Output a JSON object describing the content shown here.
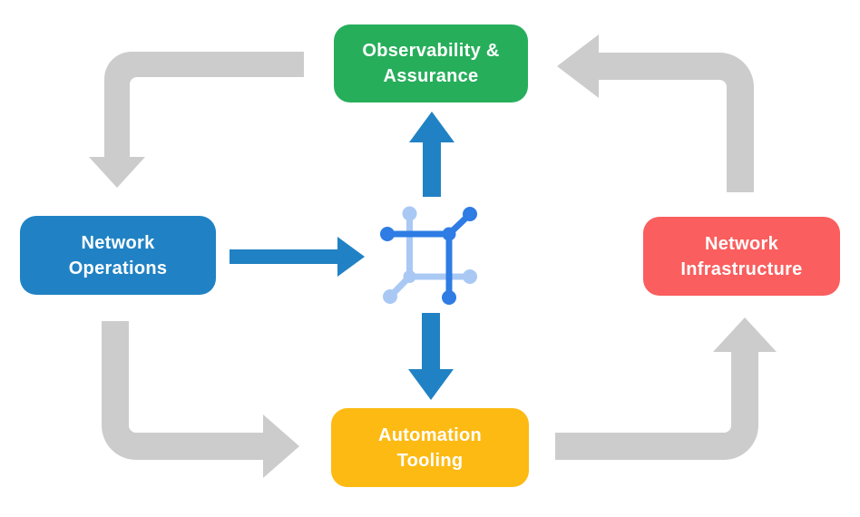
{
  "diagram": {
    "nodes": [
      {
        "id": "observability-assurance",
        "line1": "Observability &",
        "line2": "Assurance",
        "color": "#27ae5b"
      },
      {
        "id": "network-operations",
        "line1": "Network",
        "line2": "Operations",
        "color": "#2082c4"
      },
      {
        "id": "network-infrastructure",
        "line1": "Network",
        "line2": "Infrastructure",
        "color": "#fa5e5e"
      },
      {
        "id": "automation-tooling",
        "line1": "Automation",
        "line2": "Tooling",
        "color": "#fcba13"
      }
    ],
    "colors": {
      "arrow_gray": "#cccccc",
      "arrow_blue": "#2082c4",
      "icon_dark": "#2e7ce4",
      "icon_light": "#a9c9f4",
      "background": "#ffffff"
    },
    "center_icon": "network-mesh-icon",
    "flow": [
      "observability-assurance -> network-operations",
      "network-operations -> automation-tooling",
      "automation-tooling -> network-infrastructure",
      "network-infrastructure -> observability-assurance",
      "network-operations -> center",
      "center -> observability-assurance",
      "center -> automation-tooling"
    ]
  }
}
